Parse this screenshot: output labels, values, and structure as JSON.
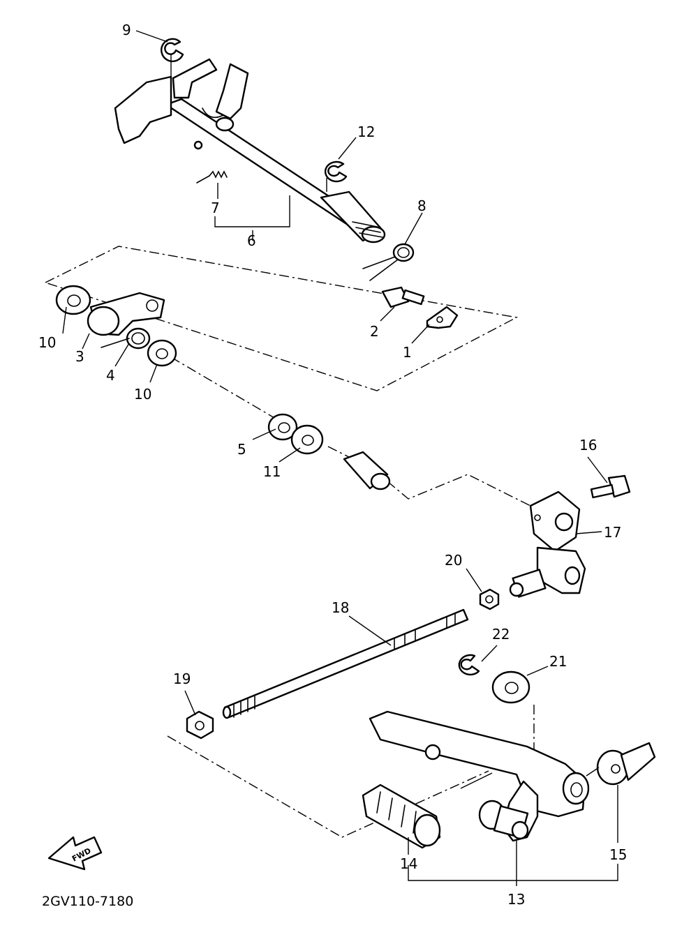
{
  "diagram_code": "2GV110-7180",
  "fwd_label": "FWD",
  "callouts": [
    {
      "id": "c1",
      "label": "1"
    },
    {
      "id": "c2",
      "label": "2"
    },
    {
      "id": "c3",
      "label": "3"
    },
    {
      "id": "c4",
      "label": "4"
    },
    {
      "id": "c5",
      "label": "5"
    },
    {
      "id": "c6",
      "label": "6"
    },
    {
      "id": "c7",
      "label": "7"
    },
    {
      "id": "c8",
      "label": "8"
    },
    {
      "id": "c9",
      "label": "9"
    },
    {
      "id": "c10a",
      "label": "10"
    },
    {
      "id": "c10b",
      "label": "10"
    },
    {
      "id": "c11",
      "label": "11"
    },
    {
      "id": "c12",
      "label": "12"
    },
    {
      "id": "c13",
      "label": "13"
    },
    {
      "id": "c14",
      "label": "14"
    },
    {
      "id": "c15",
      "label": "15"
    },
    {
      "id": "c16",
      "label": "16"
    },
    {
      "id": "c17",
      "label": "17"
    },
    {
      "id": "c18",
      "label": "18"
    },
    {
      "id": "c19",
      "label": "19"
    },
    {
      "id": "c20",
      "label": "20"
    },
    {
      "id": "c21",
      "label": "21"
    },
    {
      "id": "c22",
      "label": "22"
    }
  ]
}
